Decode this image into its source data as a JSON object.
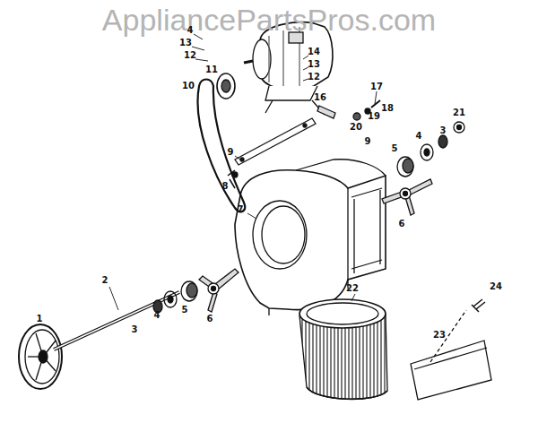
{
  "diagram": {
    "labels": [
      "AppliancePartsPros.com",
      "1",
      "2",
      "3",
      "4",
      "5",
      "6",
      "7",
      "8",
      "9",
      "10",
      "11",
      "4",
      "13",
      "12",
      "14",
      "13",
      "12",
      "16",
      "17",
      "18",
      "19",
      "20",
      "9",
      "21",
      "3",
      "4",
      "5",
      "6",
      "22",
      "23",
      "24"
    ]
  }
}
